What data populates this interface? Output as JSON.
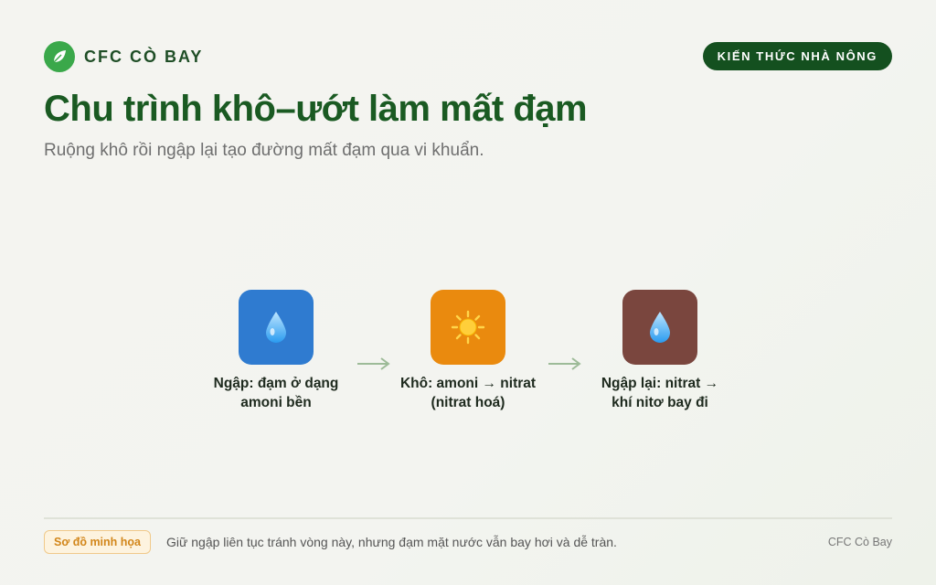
{
  "brand": {
    "name": "CFC CÒ BAY",
    "logo_icon": "leaf-icon"
  },
  "topic_badge": "KIẾN THỨC NHÀ NÔNG",
  "title": "Chu trình khô–ướt làm mất đạm",
  "subtitle": "Ruộng khô rồi ngập lại tạo đường mất đạm qua vi khuẩn.",
  "steps": [
    {
      "icon": "water-drop-icon",
      "color": "#2f7bd0",
      "label_line1": "Ngập: đạm ở dạng",
      "label_line2": "amoni bền"
    },
    {
      "icon": "sun-icon",
      "color": "#ea8a0e",
      "label_line1": "Khô: amoni → nitrat",
      "label_line2": "(nitrat hoá)"
    },
    {
      "icon": "water-drop-icon",
      "color": "#7a463e",
      "label_line1": "Ngập lại: nitrat →",
      "label_line2": "khí nitơ bay đi"
    }
  ],
  "footer": {
    "note_badge": "Sơ đồ minh họa",
    "note_text": "Giữ ngập liên tục tránh vòng này, nhưng đạm mặt nước vẫn bay hơi và dễ tràn.",
    "brand": "CFC Cò Bay"
  }
}
